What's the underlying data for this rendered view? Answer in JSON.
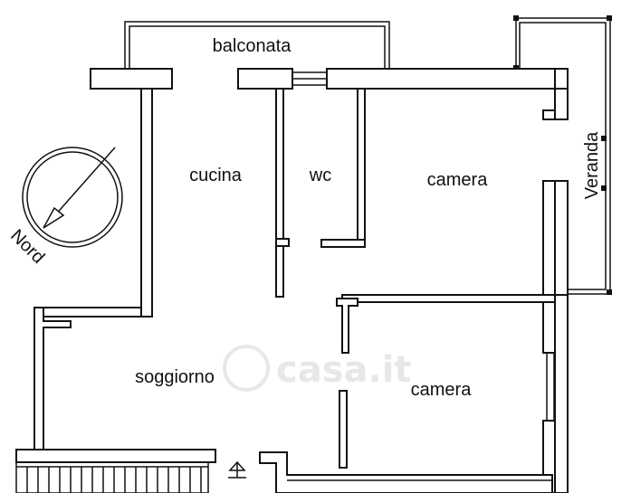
{
  "rooms": {
    "balconata": "balconata",
    "cucina": "cucina",
    "wc": "wc",
    "camera_top": "camera",
    "camera_bottom": "camera",
    "soggiorno": "soggiorno",
    "veranda": "Veranda"
  },
  "compass": {
    "label": "Nord"
  },
  "watermark": {
    "text": "casa.it"
  },
  "colors": {
    "line": "#111111",
    "background": "#ffffff",
    "watermark": "#bdbdbd"
  }
}
